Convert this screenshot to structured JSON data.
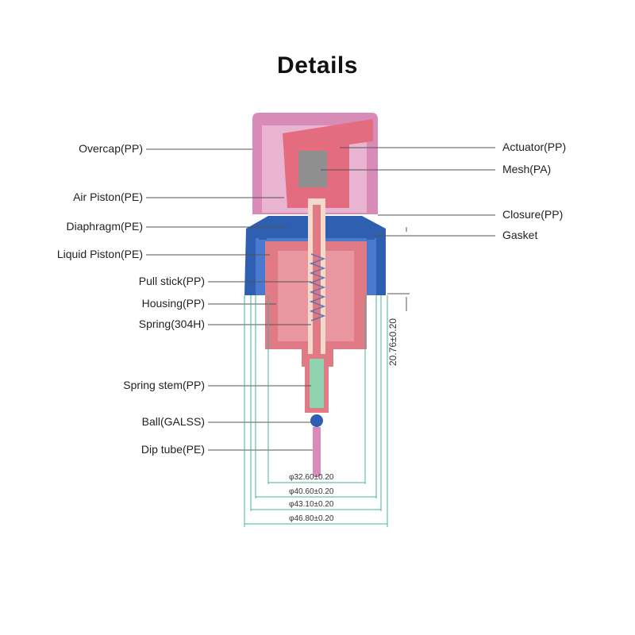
{
  "title": "Details",
  "labels_left": [
    "Overcap(PP)",
    "Air Piston(PE)",
    "Diaphragm(PE)",
    "Liquid Piston(PE)",
    "Pull stick(PP)",
    "Housing(PP)",
    "Spring(304H)",
    "Spring stem(PP)",
    "Ball(GALSS)",
    "Dip tube(PE)"
  ],
  "labels_right": [
    "Actuator(PP)",
    "Mesh(PA)",
    "Closure(PP)",
    "Gasket"
  ],
  "dimensions": {
    "height": "20.76±0.20",
    "d1": "φ32.60±0.20",
    "d2": "φ40.60±0.20",
    "d3": "φ43.10±0.20",
    "d4": "φ46.80±0.20"
  },
  "colors": {
    "overcap": "#d98bb8",
    "closure": "#2f5fb0",
    "housing": "#e07a85",
    "spring_stem": "#8fd3b0",
    "dimension_line": "#3db79a",
    "leader": "#555555"
  }
}
